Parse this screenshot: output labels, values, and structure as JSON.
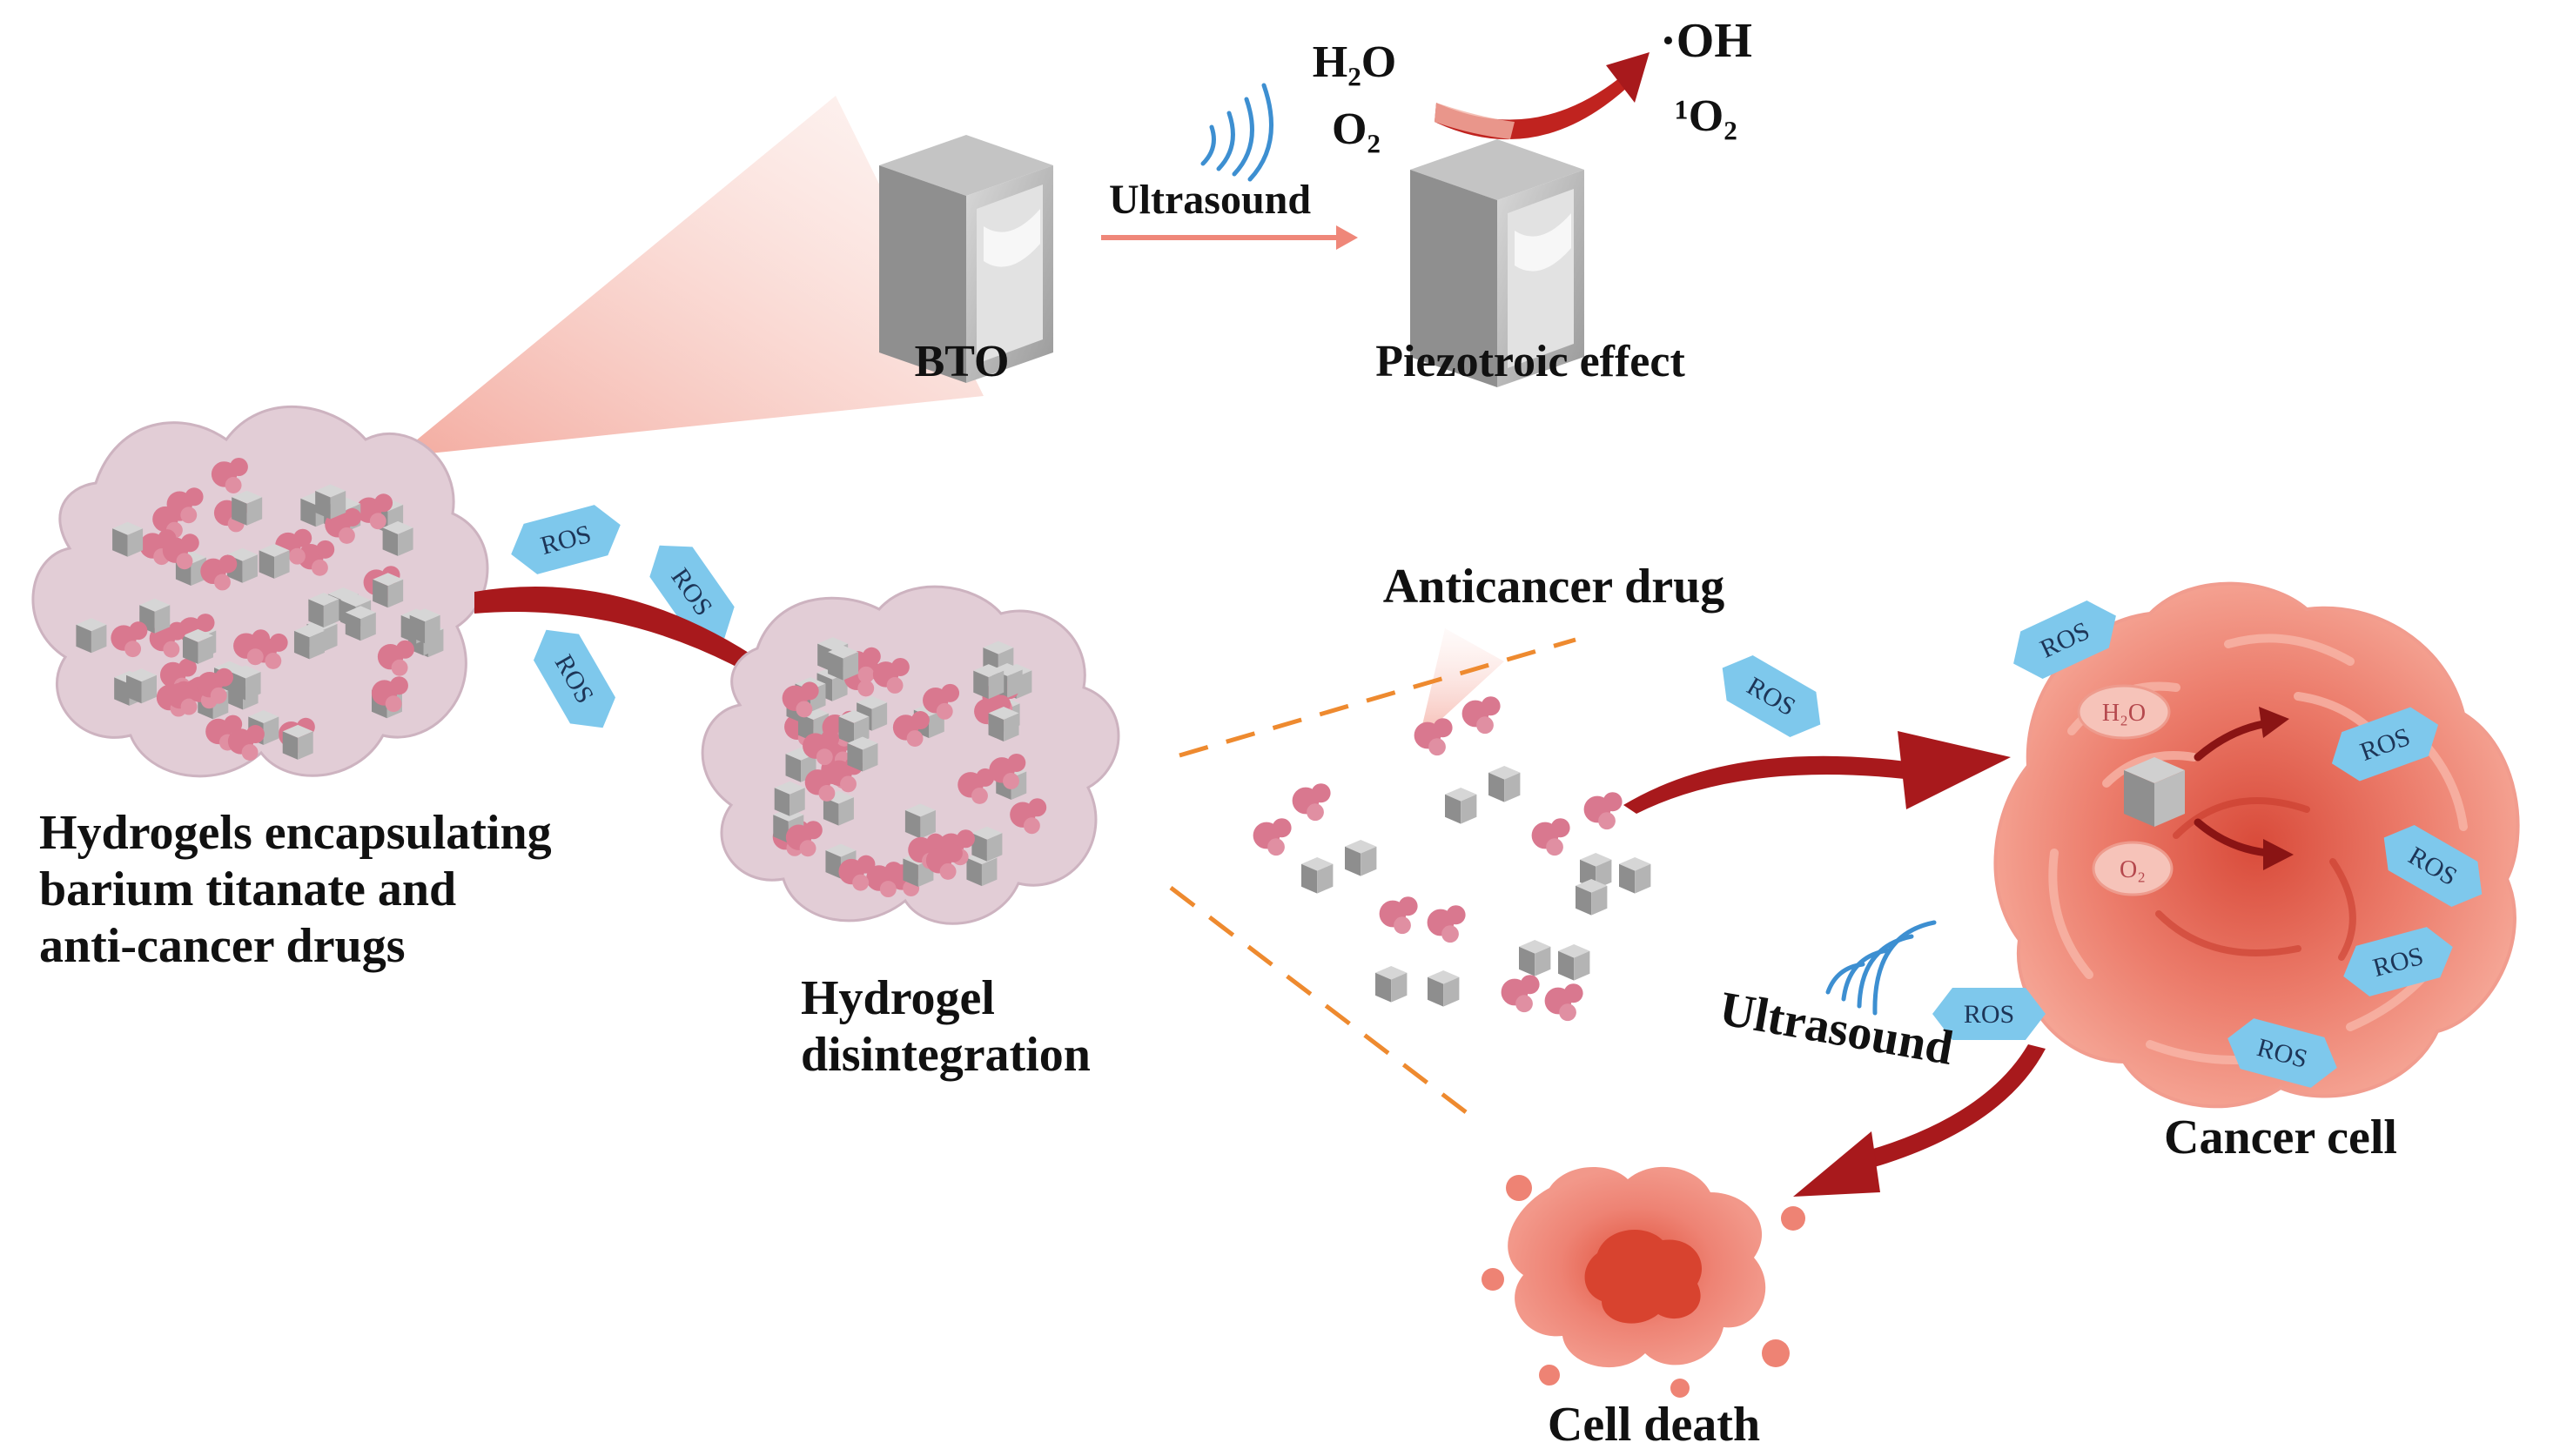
{
  "piezo": {
    "bto_label": "BTO",
    "ultrasound_label": "Ultrasound",
    "effect_label": "Piezotroic effect",
    "reactant_h2o": "H₂O",
    "reactant_o2": "O₂",
    "product_oh": "·OH",
    "product_singlet_o2": "¹O₂"
  },
  "hydrogel": {
    "label_line1": "Hydrogels encapsulating",
    "label_line2": "barium titanate and",
    "label_line3": "anti-cancer drugs"
  },
  "disintegration": {
    "label_line1": "Hydrogel",
    "label_line2": "disintegration"
  },
  "drug": {
    "label": "Anticancer drug"
  },
  "ros": {
    "label": "ROS"
  },
  "cancer": {
    "label": "Cancer cell",
    "inner_h2o": "H₂O",
    "inner_o2": "O₂"
  },
  "therapy": {
    "ultrasound_label": "Ultrasound"
  },
  "death": {
    "label": "Cell death"
  },
  "colors": {
    "arrow_dark_red": "#a8191c",
    "ros_blue": "#7ec8ec",
    "hydrogel_pink": "#e2cdd6",
    "drug_pink": "#d9788f",
    "cube_gray": "#a9a9a9",
    "cancer_red": "#e8796e",
    "dash_orange": "#ee8a2f",
    "ultrasound_blue": "#3d8fd1"
  }
}
